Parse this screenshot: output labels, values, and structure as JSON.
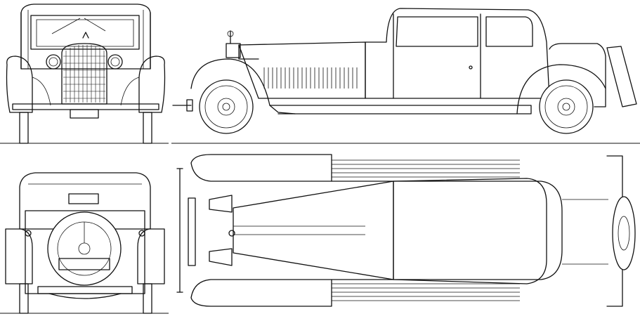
{
  "drawing": {
    "subject": "car-blueprint",
    "views": [
      "front",
      "side",
      "rear",
      "top"
    ],
    "line_color": "#111111",
    "background": "#ffffff"
  }
}
